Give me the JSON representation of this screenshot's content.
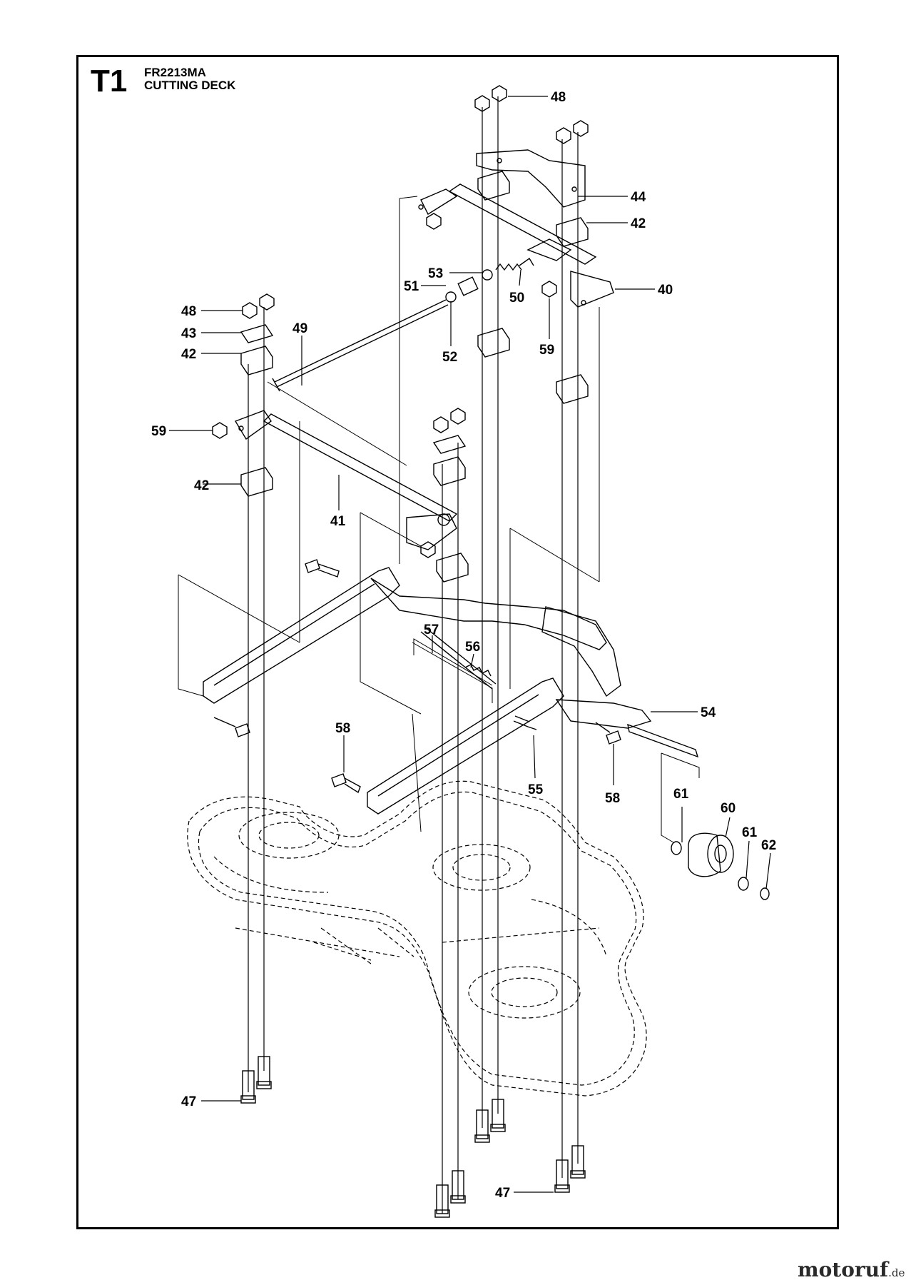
{
  "header": {
    "section_code": "T1",
    "model": "FR2213MA",
    "title": "CUTTING DECK"
  },
  "watermark": {
    "text_main": "motoruf",
    "text_tld": ".de",
    "accent_color": "#cc6a1a"
  },
  "callouts": [
    "48",
    "44",
    "42",
    "40",
    "53",
    "51",
    "50",
    "52",
    "59",
    "48",
    "43",
    "42",
    "49",
    "59",
    "42",
    "41",
    "57",
    "56",
    "54",
    "58",
    "55",
    "58",
    "61",
    "60",
    "61",
    "62",
    "47",
    "47"
  ]
}
